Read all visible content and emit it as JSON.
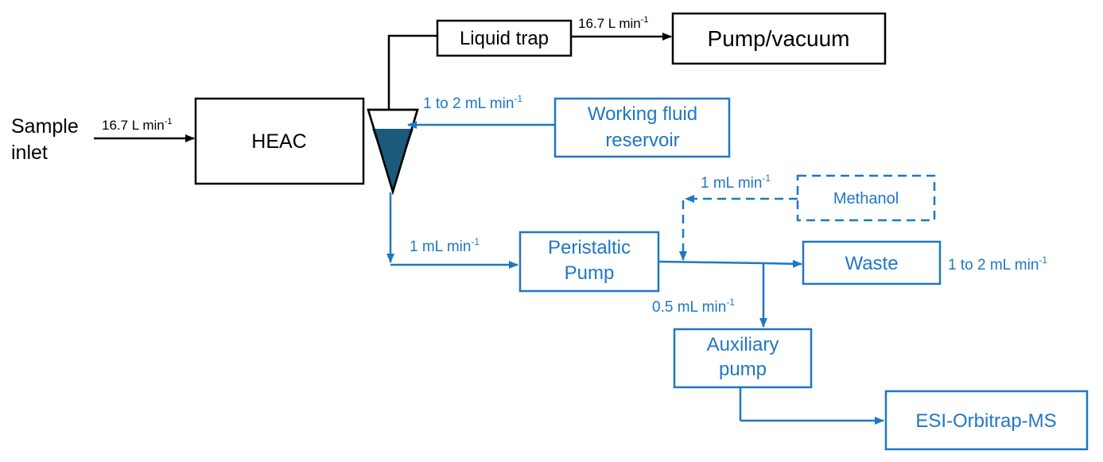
{
  "colors": {
    "black": "#000000",
    "blue": "#1f77c4",
    "fluid_fill": "#1a5a7a"
  },
  "nodes": {
    "sample_inlet": [
      "Sample",
      "inlet"
    ],
    "heac": "HEAC",
    "liquid_trap": "Liquid trap",
    "pump_vacuum": "Pump/vacuum",
    "working_fluid": [
      "Working fluid",
      "reservoir"
    ],
    "methanol": "Methanol",
    "peristaltic_pump": [
      "Peristaltic",
      "Pump"
    ],
    "waste": "Waste",
    "auxiliary_pump": [
      "Auxiliary",
      "pump"
    ],
    "esi_ms": "ESI-Orbitrap-MS"
  },
  "flows": {
    "sample_flow": {
      "base": "16.7 L min",
      "exp": "-1"
    },
    "trap_flow": {
      "base": "16.7 L min",
      "exp": "-1"
    },
    "reservoir_flow": {
      "base": "1 to 2 mL min",
      "exp": "-1"
    },
    "methanol_flow": {
      "base": "1 mL min",
      "exp": "-1"
    },
    "peristaltic_flow": {
      "base": "1 mL min",
      "exp": "-1"
    },
    "waste_flow": {
      "base": "1 to 2 mL min",
      "exp": "-1"
    },
    "aux_flow": {
      "base": "0.5 mL min",
      "exp": "-1"
    }
  }
}
